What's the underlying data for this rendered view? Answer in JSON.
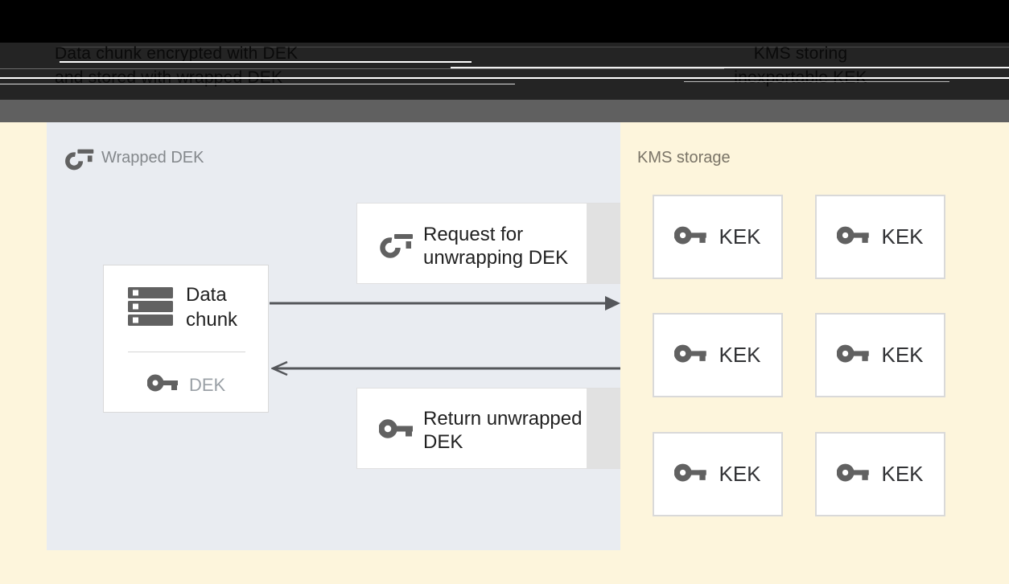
{
  "header": {
    "left_caption_line1": "Data chunk encrypted with DEK",
    "left_caption_line2": "and stored with wrapped DEK",
    "right_caption_line1": "KMS storing",
    "right_caption_line2": "inexportable KEK"
  },
  "wrapped_dek_panel": {
    "title": "Wrapped DEK",
    "data_chunk_box": {
      "label": "Data chunk",
      "key_label": "DEK"
    },
    "request_box": {
      "label": "Request for unwrapping DEK"
    },
    "return_box": {
      "label": "Return unwrapped DEK"
    }
  },
  "kms_panel": {
    "title": "KMS storage",
    "kek_boxes": [
      {
        "label": "KEK"
      },
      {
        "label": "KEK"
      },
      {
        "label": "KEK"
      },
      {
        "label": "KEK"
      },
      {
        "label": "KEK"
      },
      {
        "label": "KEK"
      }
    ]
  },
  "icons": {
    "wrapped_key": "open-bow key glyph",
    "solid_key": "solid key glyph",
    "storage": "stacked server bars glyph",
    "arrow_right": "filled right arrow",
    "arrow_left": "open left arrow"
  },
  "colors": {
    "background_cream": "#fdf5dc",
    "panel_blue_gray": "#e9ecf1",
    "header_black": "#000000",
    "header_dark": "#242424",
    "gray_bar": "#606060",
    "icon_gray": "#616161",
    "text_dark": "#212121",
    "panel_title_gray": "#84888c",
    "dek_label_gray": "#9aa0a6",
    "kms_title_gray": "#7a7467",
    "arrow_gray": "#54565a",
    "box_border": "#d9d9d9",
    "note_strip_gray": "#e1e1e1"
  }
}
